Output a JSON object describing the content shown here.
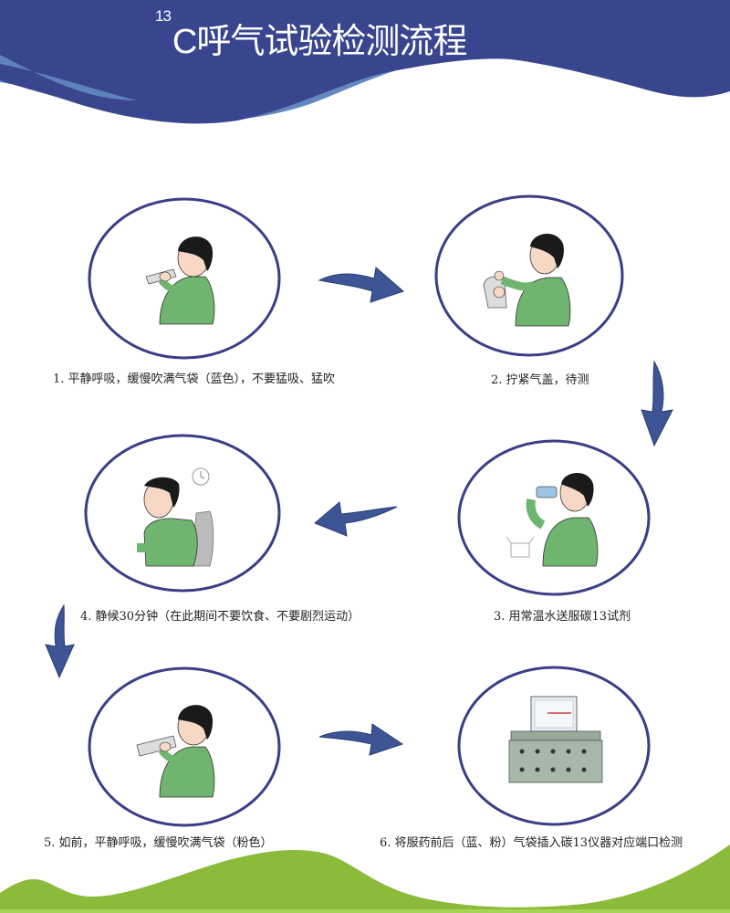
{
  "header": {
    "title_superscript": "13",
    "title_main": "C呼气试验检测流程",
    "band_color": "#39458e",
    "accent_wave_color": "#6388c0"
  },
  "steps": [
    {
      "number": "1.",
      "label": "1. 平静呼吸，缓慢吹满气袋（蓝色），不要猛吸、猛吹",
      "illustration": "person-blowing-into-blue-bag"
    },
    {
      "number": "2.",
      "label": "2. 拧紧气盖，待测",
      "illustration": "person-capping-bag"
    },
    {
      "number": "3.",
      "label": "3. 用常温水送服碳13试剂",
      "illustration": "person-drinking-reagent"
    },
    {
      "number": "4.",
      "label": "4.  静候30分钟（在此期间不要饮食、不要剧烈运动）",
      "illustration": "person-resting-with-clock"
    },
    {
      "number": "5.",
      "label": "5. 如前，平静呼吸，缓慢吹满气袋（粉色）",
      "illustration": "person-blowing-into-pink-bag"
    },
    {
      "number": "6.",
      "label": "6. 将服药前后（蓝、粉）气袋插入碳13仪器对应端口检测",
      "illustration": "c13-analyzer-instrument"
    }
  ],
  "arrows": [
    {
      "from": 1,
      "to": 2,
      "direction": "right"
    },
    {
      "from": 2,
      "to": 3,
      "direction": "down"
    },
    {
      "from": 3,
      "to": 4,
      "direction": "left"
    },
    {
      "from": 4,
      "to": 5,
      "direction": "down"
    },
    {
      "from": 5,
      "to": 6,
      "direction": "right"
    }
  ],
  "colors": {
    "circle_stroke": "#3a3f86",
    "arrow_fill": "#3d5595",
    "shirt_green": "#6fb56f",
    "footer_green": "#8cbb3c"
  }
}
